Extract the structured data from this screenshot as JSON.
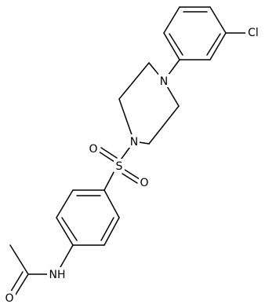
{
  "structure": {
    "atoms": {
      "cl": "Cl",
      "n_top": "N",
      "n_bottom": "N",
      "s": "S",
      "o_left": "O",
      "o_right": "O",
      "nh": "NH",
      "o_carbonyl": "O"
    }
  },
  "style": {
    "bond_color": "#000000",
    "label_color": "#000000",
    "background": "#ffffff"
  }
}
